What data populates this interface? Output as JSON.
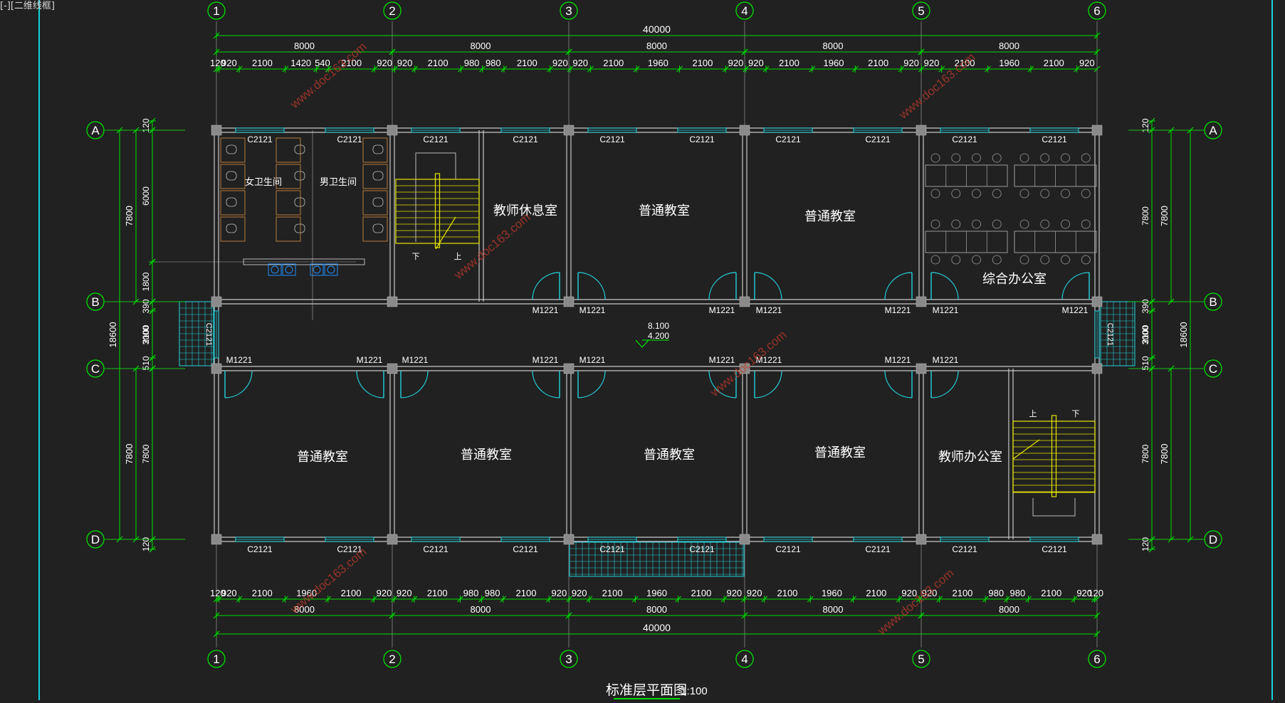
{
  "viewport_label": "[-][二维线框]",
  "colors": {
    "background": "#212121",
    "dimension": "#00e000",
    "wall": "#c8c8c8",
    "window": "#22d3dd",
    "door": "#22d3dd",
    "stair": "#e6e600",
    "furniture": "#9a9a9a",
    "text": "#ffffff",
    "watermark": "#c0392b",
    "frame": "#14d2dc"
  },
  "axes": {
    "columns": [
      "1",
      "2",
      "3",
      "4",
      "5",
      "6"
    ],
    "rows": [
      "A",
      "B",
      "C",
      "D"
    ]
  },
  "dimensions": {
    "total": "40000",
    "bays": [
      "8000",
      "8000",
      "8000",
      "8000",
      "8000"
    ],
    "top_detail": [
      "120",
      "920",
      "2100",
      "1420",
      "540",
      "2100",
      "920",
      "920",
      "2100",
      "980",
      "980",
      "2100",
      "920",
      "920",
      "2100",
      "1960",
      "2100",
      "920",
      "920",
      "2100",
      "1960",
      "2100",
      "920",
      "920",
      "2100",
      "1960",
      "2100",
      "920"
    ],
    "bottom_detail": [
      "120",
      "920",
      "2100",
      "1960",
      "2100",
      "920",
      "920",
      "2100",
      "980",
      "980",
      "2100",
      "920",
      "920",
      "2100",
      "1960",
      "2100",
      "920",
      "920",
      "2100",
      "1960",
      "2100",
      "920",
      "920",
      "2100",
      "980",
      "980",
      "2100",
      "920",
      "120"
    ],
    "left_outer": [
      "7800",
      "18600",
      "7800"
    ],
    "left_inner": [
      "120",
      "6000",
      "1800",
      "390",
      "3000",
      "2100",
      "510",
      "7800",
      "120"
    ],
    "right_inner": [
      "120",
      "7800",
      "390",
      "3000",
      "2100",
      "510",
      "7800",
      "120"
    ],
    "right_outer": [
      "7800",
      "18600",
      "7800"
    ]
  },
  "rooms": {
    "womens_wc": "女卫生间",
    "mens_wc": "男卫生间",
    "teacher_lounge": "教师休息室",
    "classroom": "普通教室",
    "general_office": "综合办公室",
    "teacher_office": "教师办公室"
  },
  "window_tag": "C2121",
  "door_tag": "M1221",
  "stair_down": "下",
  "stair_up": "上",
  "level_upper": "8.100",
  "level_lower": "4.200",
  "title": "标准层平面图",
  "scale": "1:100",
  "watermark": "www.doc163.com"
}
